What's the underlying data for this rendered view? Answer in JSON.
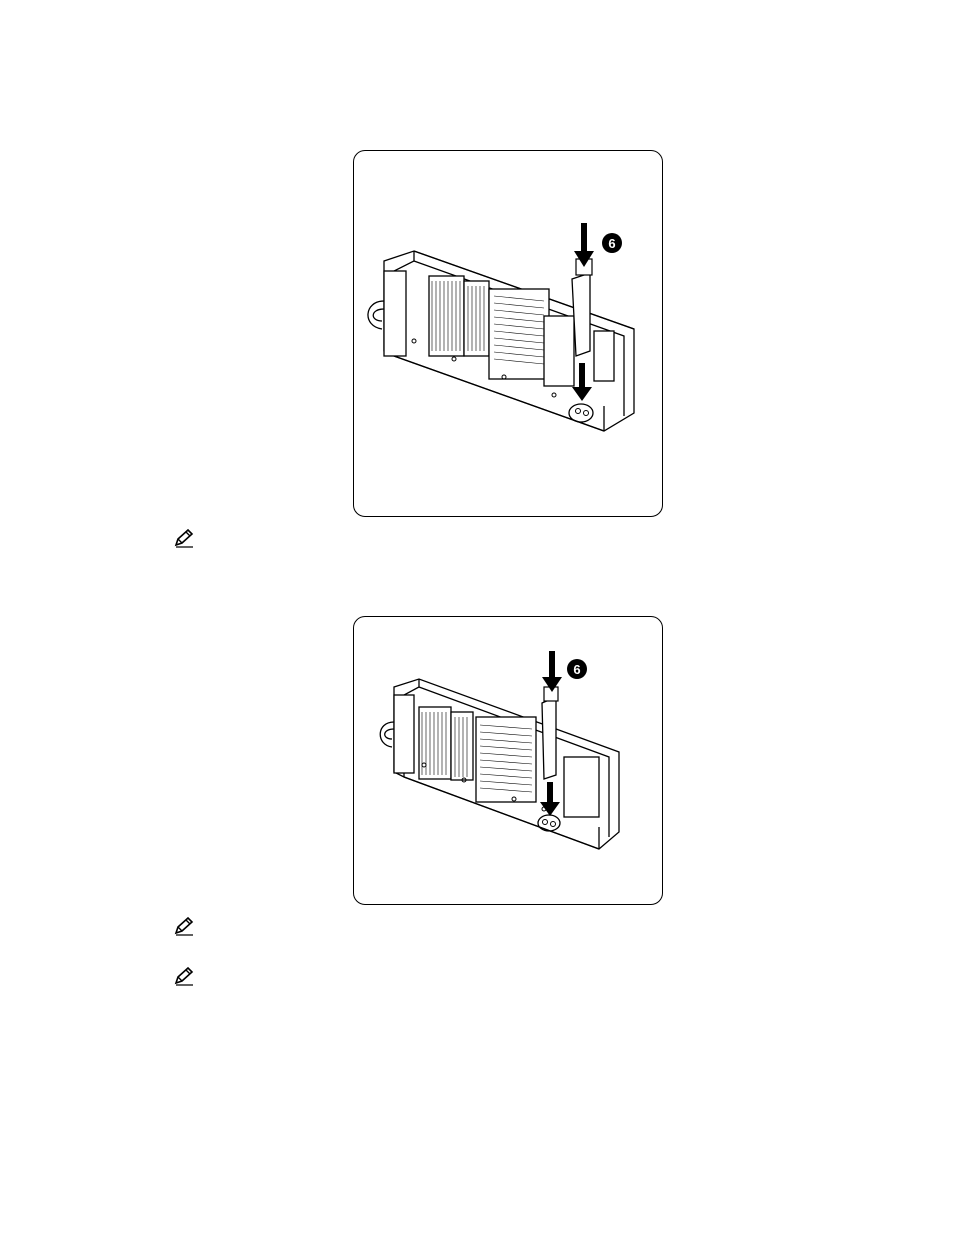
{
  "figures": [
    {
      "id": "fig1",
      "callout": "6",
      "description_hidden": ""
    },
    {
      "id": "fig2",
      "callout": "6"
    }
  ],
  "notes": [
    {
      "icon": "pencil-note-icon"
    },
    {
      "icon": "pencil-note-icon"
    },
    {
      "icon": "pencil-note-icon"
    }
  ]
}
